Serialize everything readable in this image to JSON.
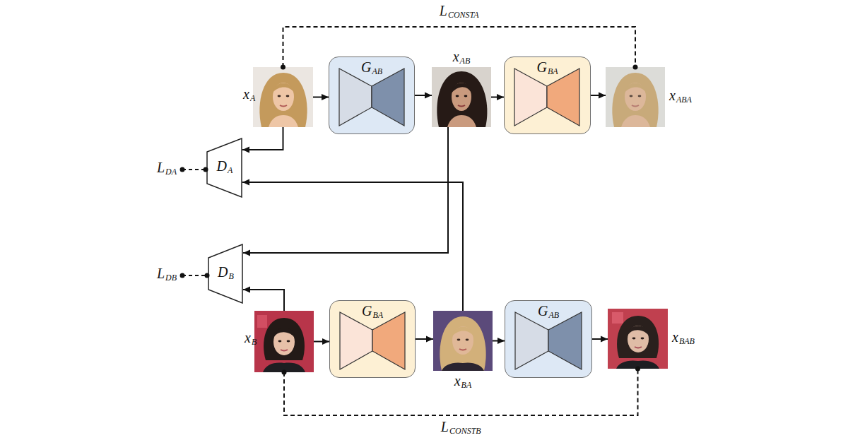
{
  "diagram": {
    "nodes": [
      {
        "text": [
          "xA"
        ]
      },
      {
        "text": [
          "GAB"
        ]
      },
      {
        "text": [
          "xAB"
        ]
      },
      {
        "text": [
          "GBA"
        ]
      },
      {
        "text": [
          "xABA"
        ]
      },
      {
        "text": [
          "DA"
        ]
      },
      {
        "text": [
          "DB"
        ]
      },
      {
        "text": [
          "xB"
        ]
      },
      {
        "text": [
          "GBA"
        ]
      },
      {
        "text": [
          "xBA"
        ]
      },
      {
        "text": [
          "GAB"
        ]
      },
      {
        "text": [
          "xBAB"
        ]
      }
    ],
    "edges": [
      {
        "from": 0,
        "to": 1,
        "arrow": "to"
      },
      {
        "from": 1,
        "to": 2,
        "arrow": "to"
      },
      {
        "from": 2,
        "to": 3,
        "arrow": "to"
      },
      {
        "from": 3,
        "to": 4,
        "arrow": "to"
      },
      {
        "from": 0,
        "to": 4,
        "label": "LCONSTA",
        "arrow": "none"
      },
      {
        "from": 0,
        "to": 5,
        "arrow": "to"
      },
      {
        "from": 9,
        "to": 5,
        "arrow": "to"
      },
      {
        "from": 2,
        "to": 6,
        "arrow": "to"
      },
      {
        "from": 7,
        "to": 6,
        "arrow": "to"
      },
      {
        "from": 7,
        "to": 8,
        "arrow": "to"
      },
      {
        "from": 8,
        "to": 9,
        "arrow": "to"
      },
      {
        "from": 9,
        "to": 10,
        "arrow": "to"
      },
      {
        "from": 10,
        "to": 11,
        "arrow": "to"
      },
      {
        "from": 7,
        "to": 11,
        "label": "LCONSTB",
        "arrow": "none"
      }
    ],
    "labels": [
      "LDA",
      "LDB"
    ]
  }
}
